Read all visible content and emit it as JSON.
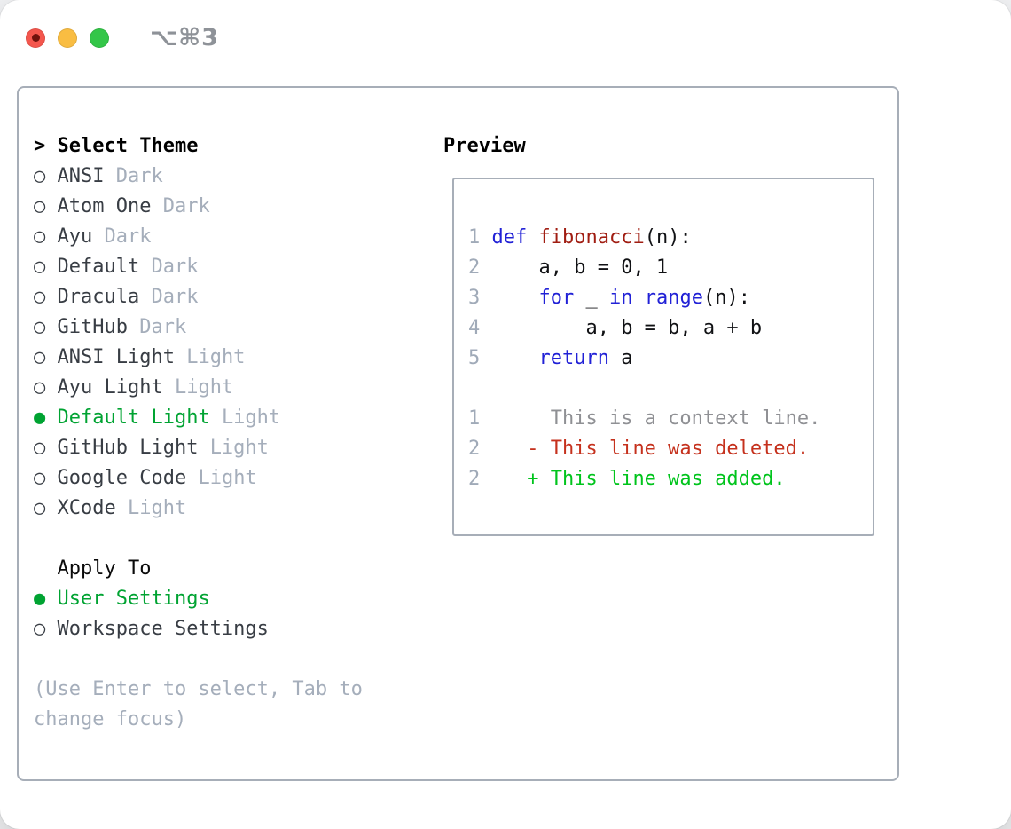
{
  "window": {
    "title": "⌥⌘3"
  },
  "theme_picker": {
    "focus_caret": "> ",
    "header": "Select Theme",
    "bullet_selected": "●",
    "bullet_unselected": "○",
    "items": [
      {
        "name": "ANSI",
        "variant": "Dark",
        "selected": false
      },
      {
        "name": "Atom One",
        "variant": "Dark",
        "selected": false
      },
      {
        "name": "Ayu",
        "variant": "Dark",
        "selected": false
      },
      {
        "name": "Default",
        "variant": "Dark",
        "selected": false
      },
      {
        "name": "Dracula",
        "variant": "Dark",
        "selected": false
      },
      {
        "name": "GitHub",
        "variant": "Dark",
        "selected": false
      },
      {
        "name": "ANSI Light",
        "variant": "Light",
        "selected": false
      },
      {
        "name": "Ayu Light",
        "variant": "Light",
        "selected": false
      },
      {
        "name": "Default Light",
        "variant": "Light",
        "selected": true
      },
      {
        "name": "GitHub Light",
        "variant": "Light",
        "selected": false
      },
      {
        "name": "Google Code",
        "variant": "Light",
        "selected": false
      },
      {
        "name": "XCode",
        "variant": "Light",
        "selected": false
      }
    ]
  },
  "apply_to": {
    "header": "Apply To",
    "options": [
      {
        "label": "User Settings",
        "selected": true
      },
      {
        "label": "Workspace Settings",
        "selected": false
      }
    ]
  },
  "help_text": "(Use Enter to select, Tab to change focus)",
  "preview": {
    "header": "Preview",
    "lines": [
      {
        "segments": [
          [
            "1 ",
            "ln"
          ],
          [
            "def",
            "kw"
          ],
          [
            " ",
            "pl"
          ],
          [
            "fibonacci",
            "fn"
          ],
          [
            "(n):",
            "pl"
          ]
        ]
      },
      {
        "segments": [
          [
            "2 ",
            "ln"
          ],
          [
            "    a, b = 0, 1",
            "pl"
          ]
        ]
      },
      {
        "segments": [
          [
            "3 ",
            "ln"
          ],
          [
            "    ",
            "pl"
          ],
          [
            "for",
            "kw"
          ],
          [
            " _ ",
            "pl"
          ],
          [
            "in",
            "kw"
          ],
          [
            " ",
            "pl"
          ],
          [
            "range",
            "kw"
          ],
          [
            "(n):",
            "pl"
          ]
        ]
      },
      {
        "segments": [
          [
            "4 ",
            "ln"
          ],
          [
            "        a, b = b, a + b",
            "pl"
          ]
        ]
      },
      {
        "segments": [
          [
            "5 ",
            "ln"
          ],
          [
            "    ",
            "pl"
          ],
          [
            "return",
            "kw"
          ],
          [
            " a",
            "pl"
          ]
        ]
      },
      {
        "segments": []
      },
      {
        "segments": [
          [
            "1 ",
            "ln"
          ],
          [
            "     This is a context line.",
            "ctx"
          ]
        ]
      },
      {
        "segments": [
          [
            "2 ",
            "ln"
          ],
          [
            "   - This line was deleted.",
            "del"
          ]
        ]
      },
      {
        "segments": [
          [
            "2 ",
            "ln"
          ],
          [
            "   + This line was added.",
            "add"
          ]
        ]
      }
    ]
  },
  "colors": {
    "accent_green": "#00a332",
    "diff_added": "#00c41c",
    "diff_deleted": "#c5311d",
    "diff_context": "#8f9094",
    "syntax_keyword": "#2121d6",
    "syntax_function": "#a01d12",
    "syntax_plain": "#101114",
    "line_number": "#a0aab8",
    "item_text": "#383d44",
    "variant_gray": "#a5aebb",
    "border_gray": "#a7aeb8",
    "titlebar_red": "#f4564d",
    "titlebar_yellow": "#f9bd42",
    "titlebar_green": "#33c648"
  }
}
